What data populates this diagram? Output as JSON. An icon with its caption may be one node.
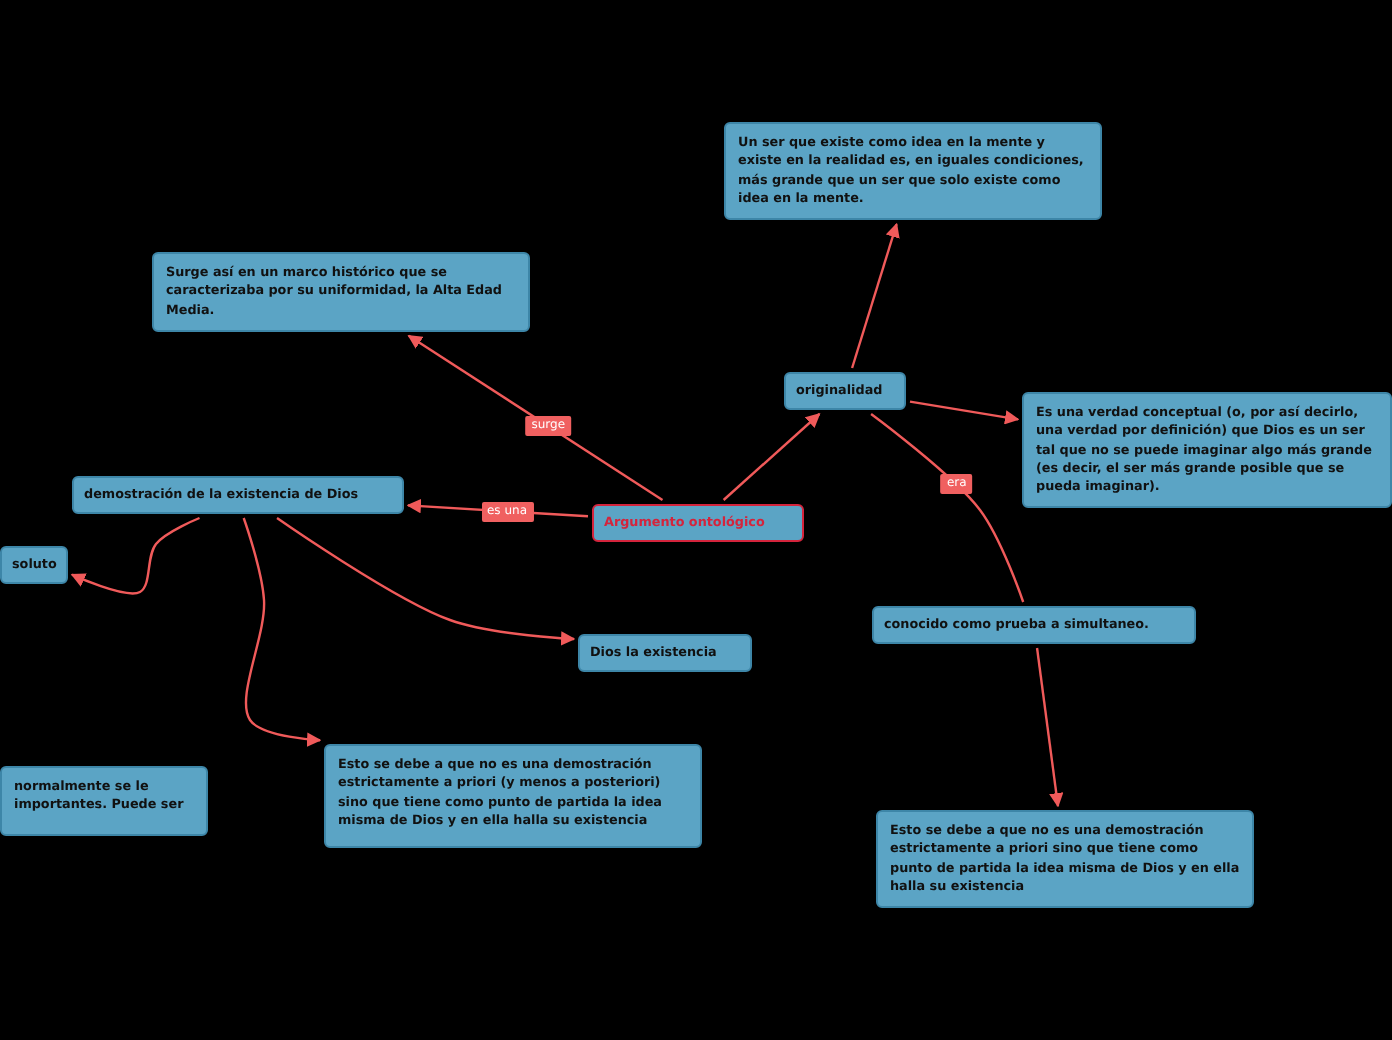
{
  "diagram": {
    "nodes": [
      {
        "text": [
          "Argumento ontológico"
        ]
      },
      {
        "text": [
          "Surge así en un marco histórico que se caracterizaba por su uniformidad, la Alta Edad Media."
        ]
      },
      {
        "text": [
          "Un ser que existe como idea en la mente y existe en la realidad es, en iguales condiciones, más grande que un ser que solo existe como idea en la mente."
        ]
      },
      {
        "text": [
          "originalidad"
        ]
      },
      {
        "text": [
          "Es una verdad conceptual (o, por así decirlo, una verdad por definición) que Dios es un ser tal que no se puede imaginar algo más grande (es decir, el ser más grande posible que se pueda imaginar)."
        ]
      },
      {
        "text": [
          "demostración de la existencia de Dios"
        ]
      },
      {
        "text": [
          "soluto"
        ]
      },
      {
        "text": [
          "Dios la existencia"
        ]
      },
      {
        "text": [
          "normalmente se le importantes. Puede ser"
        ]
      },
      {
        "text": [
          "Esto se debe a que no es una demostración estrictamente a priori (y menos a posteriori) sino que tiene como punto de partida la idea misma de Dios y en ella halla su existencia"
        ]
      },
      {
        "text": [
          "conocido como prueba a simultaneo."
        ]
      },
      {
        "text": [
          "Esto se debe a que no es una demostración estrictamente a priori sino que tiene como punto de partida la idea misma de Dios y en ella halla su existencia"
        ]
      }
    ],
    "edges": [
      {
        "from": 0,
        "to": 1,
        "arrow": "to",
        "label": "surge"
      },
      {
        "from": 0,
        "to": 3,
        "arrow": "to"
      },
      {
        "from": 0,
        "to": 5,
        "arrow": "to",
        "label": "es una"
      },
      {
        "from": 3,
        "to": 2,
        "arrow": "to"
      },
      {
        "from": 3,
        "to": 4,
        "arrow": "to"
      },
      {
        "from": 3,
        "to": 10,
        "arrow": "none",
        "label": "era"
      },
      {
        "from": 5,
        "to": 6,
        "arrow": "to"
      },
      {
        "from": 5,
        "to": 7,
        "arrow": "to"
      },
      {
        "from": 5,
        "to": 9,
        "arrow": "to"
      },
      {
        "from": 10,
        "to": 11,
        "arrow": "to"
      }
    ]
  }
}
